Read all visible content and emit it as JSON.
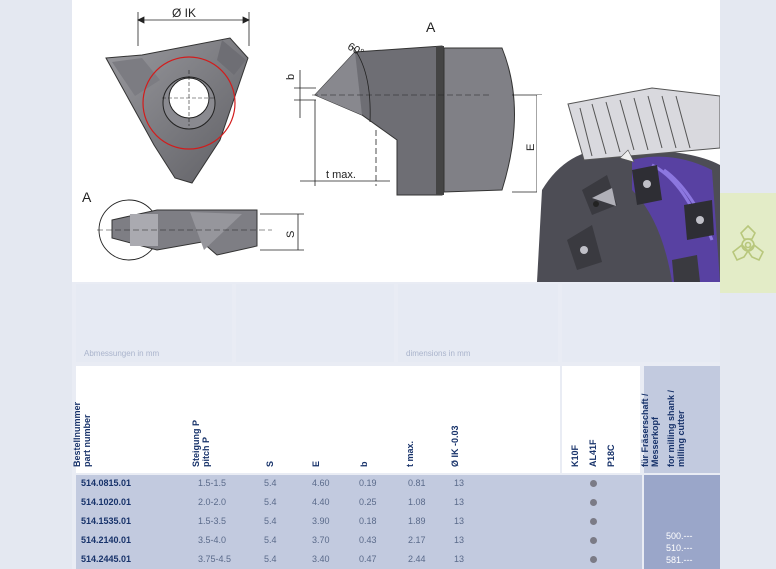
{
  "figure": {
    "ik_label": "Ø IK",
    "view_label_top": "A",
    "view_label_left": "A",
    "angle_label": "60°",
    "b_label": "b",
    "s_label": "S",
    "e_label": "E",
    "tmax_label": "t max."
  },
  "dims": {
    "de_label": "Abmessungen in mm",
    "en_label": "dimensions in mm"
  },
  "columns": {
    "part_de": "Bestellnummer",
    "part_en": "part number",
    "pitch_de": "Steigung P",
    "pitch_en": "pitch P",
    "s": "S",
    "e": "E",
    "b": "b",
    "tmax": "t max.",
    "ik": "Ø IK -0.03",
    "k10f": "K10F",
    "al41f": "AL41F",
    "p18c": "P18C",
    "shank_de_1": "für Fräserschaft /",
    "shank_de_2": "Messerkopf",
    "shank_en_1": "for milling shank /",
    "shank_en_2": "milling cutter"
  },
  "rows": [
    {
      "part": "514.0815.01",
      "pitch": "1.5-1.5",
      "s": "5.4",
      "e": "4.60",
      "b": "0.19",
      "tmax": "0.81",
      "ik": "13"
    },
    {
      "part": "514.1020.01",
      "pitch": "2.0-2.0",
      "s": "5.4",
      "e": "4.40",
      "b": "0.25",
      "tmax": "1.08",
      "ik": "13"
    },
    {
      "part": "514.1535.01",
      "pitch": "1.5-3.5",
      "s": "5.4",
      "e": "3.90",
      "b": "0.18",
      "tmax": "1.89",
      "ik": "13"
    },
    {
      "part": "514.2140.01",
      "pitch": "3.5-4.0",
      "s": "5.4",
      "e": "3.70",
      "b": "0.43",
      "tmax": "2.17",
      "ik": "13"
    },
    {
      "part": "514.2445.01",
      "pitch": "3.75-4.5",
      "s": "5.4",
      "e": "3.40",
      "b": "0.47",
      "tmax": "2.44",
      "ik": "13"
    }
  ],
  "shank_refs": [
    "500.---",
    "510.---",
    "581.---"
  ],
  "colors": {
    "navy": "#17326a",
    "table_band": "#c2cadf",
    "shank_band": "#9aa6c9",
    "accent_green": "#e3ecc7"
  }
}
